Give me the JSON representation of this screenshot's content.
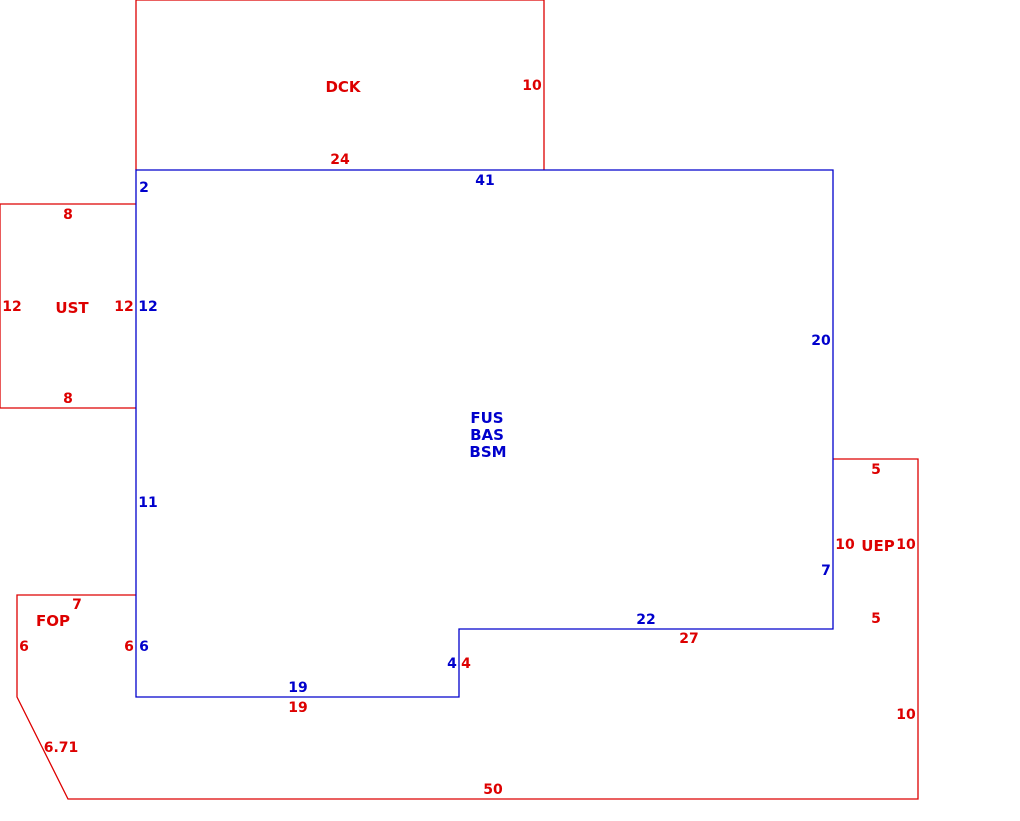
{
  "colors": {
    "main": "#0000cc",
    "addition": "#dd0000",
    "background": "#ffffff"
  },
  "areas": {
    "dck": "DCK",
    "ust": "UST",
    "fus": "FUS",
    "bas": "BAS",
    "bsm": "BSM",
    "uep": "UEP",
    "fop": "FOP"
  },
  "dimensions": {
    "dck_right": "10",
    "dck_bottom": "24",
    "main_top": "41",
    "main_left_top": "2",
    "main_left_mid": "12",
    "main_left_lower": "11",
    "main_left_bottom": "6",
    "main_right": "20",
    "main_right_lower": "7",
    "main_step_bottom": "22",
    "main_step_vertical": "4",
    "main_bottom": "19",
    "ust_top": "8",
    "ust_left": "12",
    "ust_right": "12",
    "ust_bottom": "8",
    "uep_top": "5",
    "uep_left": "10",
    "uep_right": "10",
    "uep_bottom": "5",
    "fop_top": "7",
    "fop_left": "6",
    "fop_right": "6",
    "fop_diagonal": "6.71",
    "porch_step_top": "27",
    "porch_step_vertical": "4",
    "porch_inner_bottom": "19",
    "porch_right": "10",
    "porch_bottom": "50"
  }
}
